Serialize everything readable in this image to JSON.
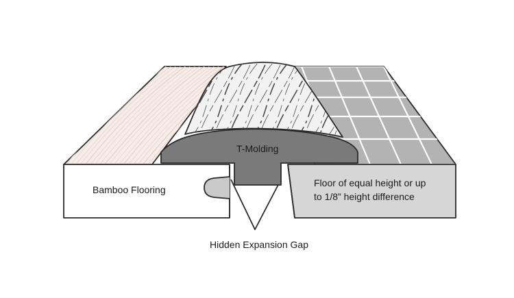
{
  "diagram": {
    "labels": {
      "left_floor": "Bamboo Flooring",
      "molding": "T-Molding",
      "right_floor_line1": "Floor of equal height or up",
      "right_floor_line2": "to 1/8” height difference",
      "gap": "Hidden Expansion Gap"
    },
    "colors": {
      "bamboo_top": "#f6ede9",
      "bamboo_grain": "#e3cfc7",
      "molding_top": "#f2f2f2",
      "molding_profile": "#7a7a7a",
      "tile_top": "#b3b3b3",
      "tile_side": "#d6d6d6",
      "outline": "#2a2a2a"
    }
  }
}
